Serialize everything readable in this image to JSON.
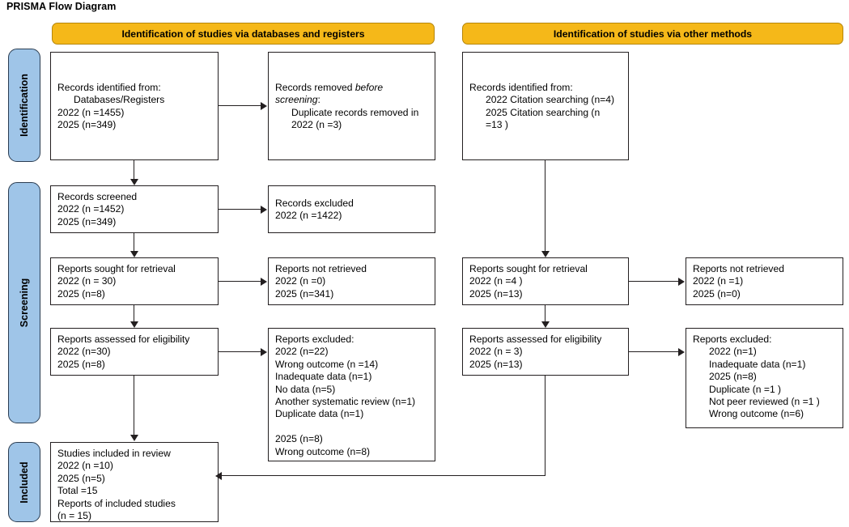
{
  "title": "PRISMA Flow Diagram",
  "colors": {
    "header_fill": "#f5b819",
    "header_border": "#b5860c",
    "stage_fill": "#9fc5e8",
    "stage_border": "#2b3d52",
    "box_border": "#231f20",
    "background": "#ffffff"
  },
  "stages": [
    {
      "label": "Identification"
    },
    {
      "label": "Screening"
    },
    {
      "label": "Included"
    }
  ],
  "sections": [
    {
      "header": "Identification of studies via databases and registers"
    },
    {
      "header": "Identification of studies via other methods"
    }
  ],
  "boxes": {
    "db_identified": {
      "l1": "Records identified from:",
      "l2": "Databases/Registers",
      "l3": "2022 (n =1455)",
      "l4": "2025 (n=349)"
    },
    "db_removed": {
      "l1_a": "Records removed ",
      "l1_b": "before",
      "l2_a": "screening",
      "l2_b": ":",
      "l3": "Duplicate records removed in",
      "l4": "2022 (n =3)"
    },
    "db_screened": {
      "l1": "Records screened",
      "l2": "2022 (n =1452)",
      "l3": "2025 (n=349)"
    },
    "db_excluded": {
      "l1": "Records excluded",
      "l2": "2022 (n =1422)"
    },
    "db_sought": {
      "l1": "Reports sought for retrieval",
      "l2": "2022 (n = 30)",
      "l3": "2025 (n=8)"
    },
    "db_not_retrieved": {
      "l1": "Reports not retrieved",
      "l2": "2022 (n =0)",
      "l3": "2025 (n=341)"
    },
    "db_assessed": {
      "l1": "Reports assessed for eligibility",
      "l2": "2022 (n=30)",
      "l3": "2025 (n=8)"
    },
    "db_reports_excluded": {
      "l1": "Reports excluded:",
      "l2": "2022 (n=22)",
      "l3": "Wrong outcome (n =14)",
      "l4": "Inadequate data (n=1)",
      "l5": "No data (n=5)",
      "l6": "Another systematic review (n=1)",
      "l7": "Duplicate data (n=1)",
      "l8": "2025 (n=8)",
      "l9": "Wrong outcome (n=8)"
    },
    "included": {
      "l1": "Studies included in review",
      "l2": "2022 (n =10)",
      "l3": "2025 (n=5)",
      "l4": "Total =15",
      "l5": "Reports of included studies",
      "l6": "(n = 15)"
    },
    "other_identified": {
      "l1": "Records identified from:",
      "l2": "2022 Citation searching (n=4)",
      "l3": "2025 Citation searching (n",
      "l4": "=13 )"
    },
    "other_sought": {
      "l1": "Reports sought for retrieval",
      "l2": "2022 (n =4 )",
      "l3": "2025 (n=13)"
    },
    "other_not_retrieved": {
      "l1": "Reports not retrieved",
      "l2": "2022 (n =1)",
      "l3": "2025 (n=0)"
    },
    "other_assessed": {
      "l1": "Reports assessed for eligibility",
      "l2": "2022 (n = 3)",
      "l3": "2025 (n=13)"
    },
    "other_reports_excluded": {
      "l1": "Reports excluded:",
      "l2": "2022 (n=1)",
      "l3": "Inadequate data (n=1)",
      "l4": "2025 (n=8)",
      "l5": "Duplicate (n =1 )",
      "l6": "Not peer reviewed (n =1 )",
      "l7": "Wrong outcome (n=6)"
    }
  }
}
